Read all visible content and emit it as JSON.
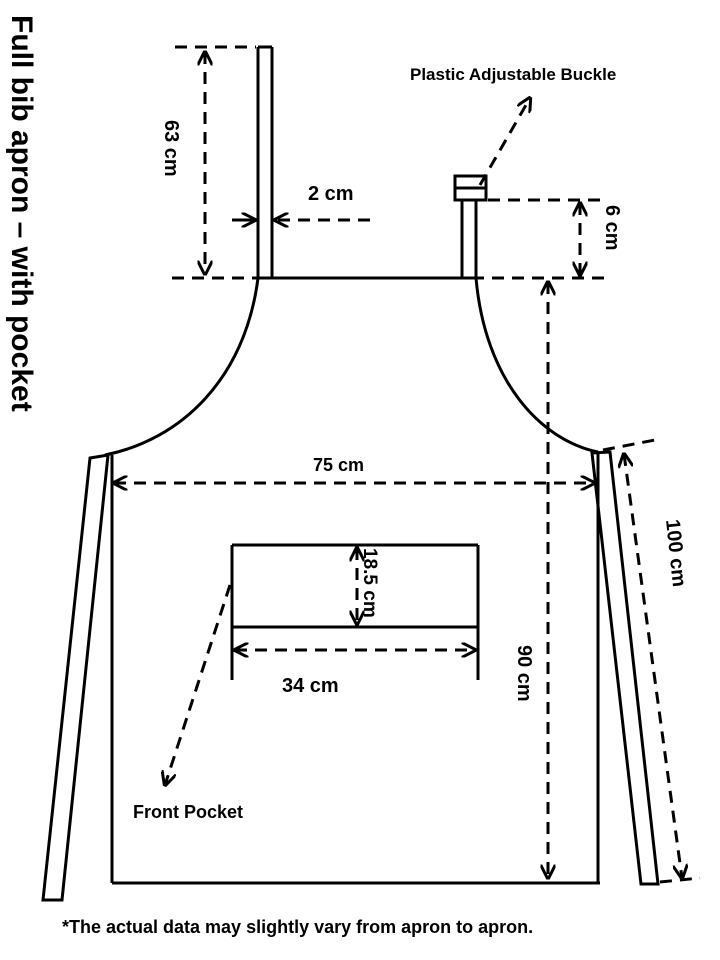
{
  "title": "Full bib apron – with pocket",
  "labels": {
    "strap_length": "63 cm",
    "strap_width": "2 cm",
    "buckle": "Plastic Adjustable Buckle",
    "buckle_strap": "6 cm",
    "width": "75 cm",
    "tie_length": "100 cm",
    "pocket_height": "18.5 cm",
    "pocket_width": "34 cm",
    "apron_length": "90 cm",
    "pocket": "Front Pocket"
  },
  "footnote": "*The actual data may slightly vary from apron to apron."
}
